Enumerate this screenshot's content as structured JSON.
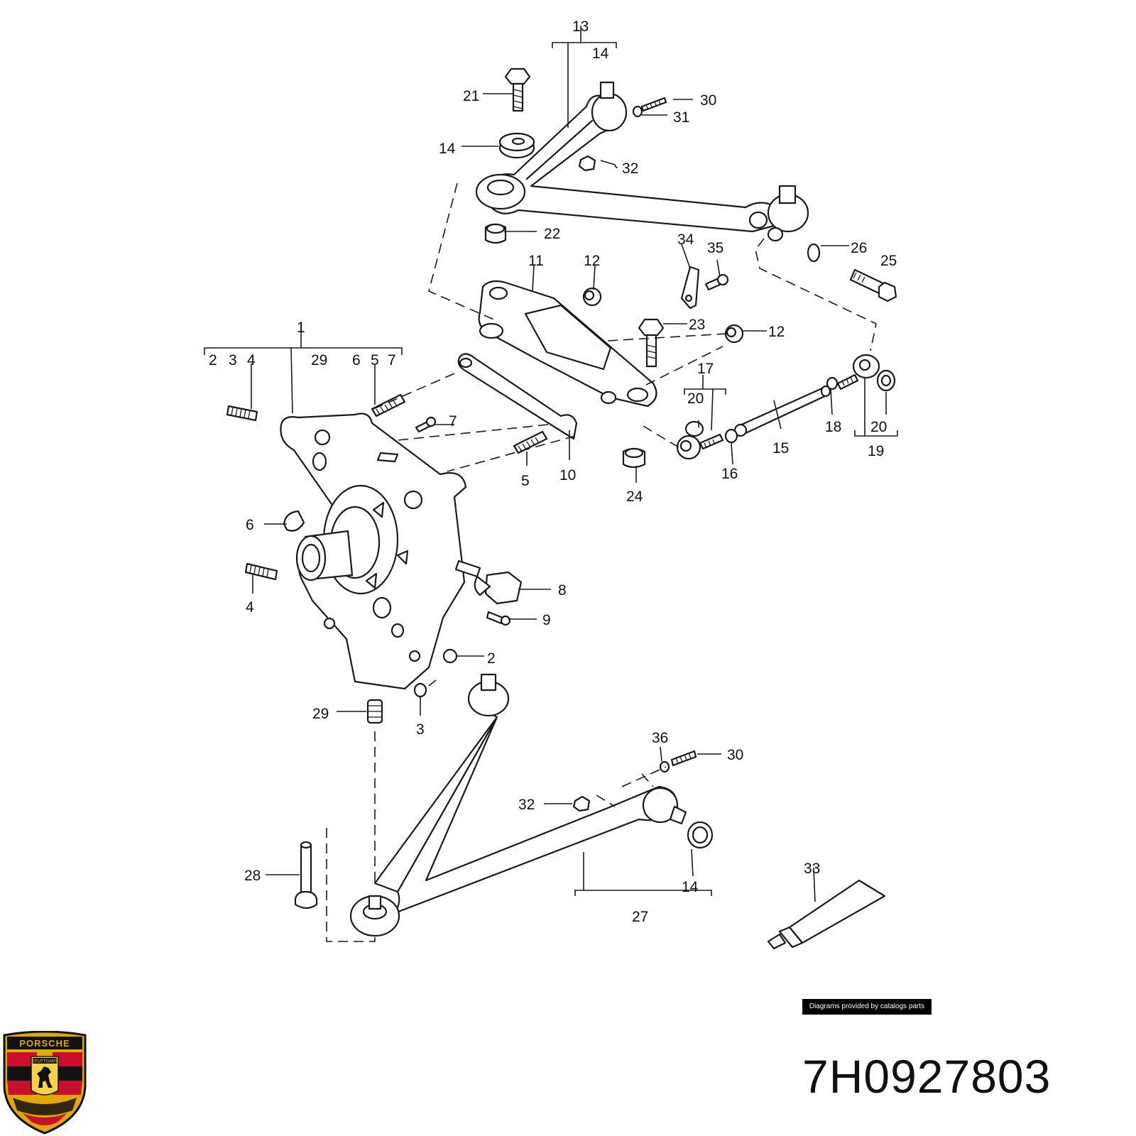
{
  "credit": "Diagrams provided by catalogs parts",
  "part_number": "7H0927803",
  "brand": {
    "name": "PORSCHE",
    "city": "STUTTGART",
    "colors": {
      "gold": "#e0a800",
      "red": "#c8102e",
      "black": "#111111"
    }
  },
  "callouts": {
    "c13": "13",
    "c14a": "14",
    "c21": "21",
    "c30a": "30",
    "c31": "31",
    "c14b": "14",
    "c32a": "32",
    "c22": "22",
    "c34": "34",
    "c35": "35",
    "c26": "26",
    "c25": "25",
    "c11": "11",
    "c12a": "12",
    "c23": "23",
    "c12b": "12",
    "c1": "1",
    "c2a": "2",
    "c3a": "3",
    "c4a": "4",
    "c29a": "29",
    "c6a": "6",
    "c5a": "5",
    "c7a": "7",
    "c17": "17",
    "c20a": "20",
    "c7b": "7",
    "c18": "18",
    "c20b": "20",
    "c15": "15",
    "c19": "19",
    "c16": "16",
    "c5b": "5",
    "c10": "10",
    "c24": "24",
    "c6b": "6",
    "c8": "8",
    "c4b": "4",
    "c9": "9",
    "c2b": "2",
    "c29b": "29",
    "c3b": "3",
    "c36": "36",
    "c30b": "30",
    "c32b": "32",
    "c28": "28",
    "c14c": "14",
    "c33": "33",
    "c27": "27"
  }
}
